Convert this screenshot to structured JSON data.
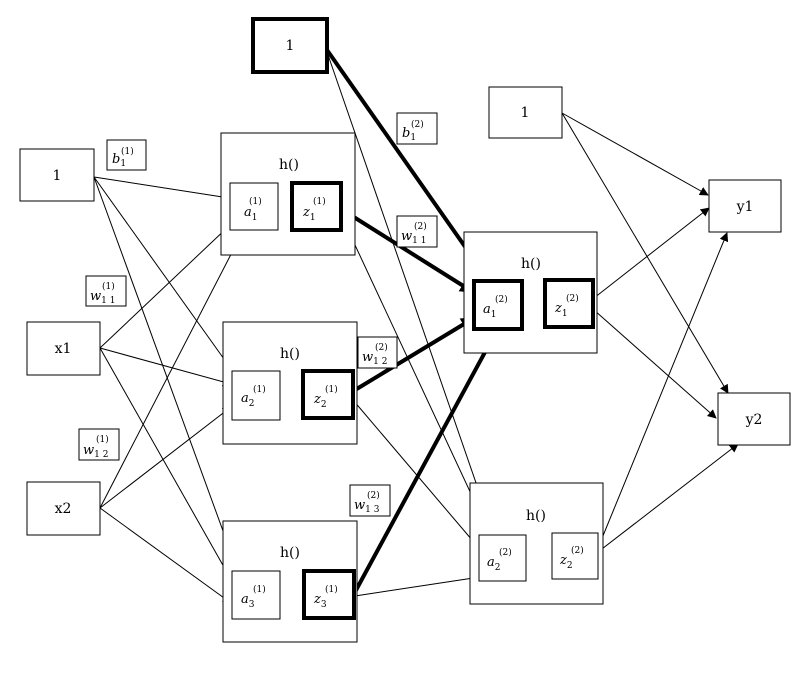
{
  "bias_label": "1",
  "x1_label": "x1",
  "x2_label": "x2",
  "y1_label": "y1",
  "y2_label": "y2",
  "h_label": "h()",
  "paren_1": "(1)",
  "paren_2": "(2)",
  "var_a": "a",
  "var_z": "z",
  "var_w": "w",
  "var_b": "b",
  "idx_1": "1",
  "idx_2": "2",
  "idx_3": "3",
  "idx_11": "1 1",
  "idx_12": "1 2",
  "idx_13": "1 3"
}
